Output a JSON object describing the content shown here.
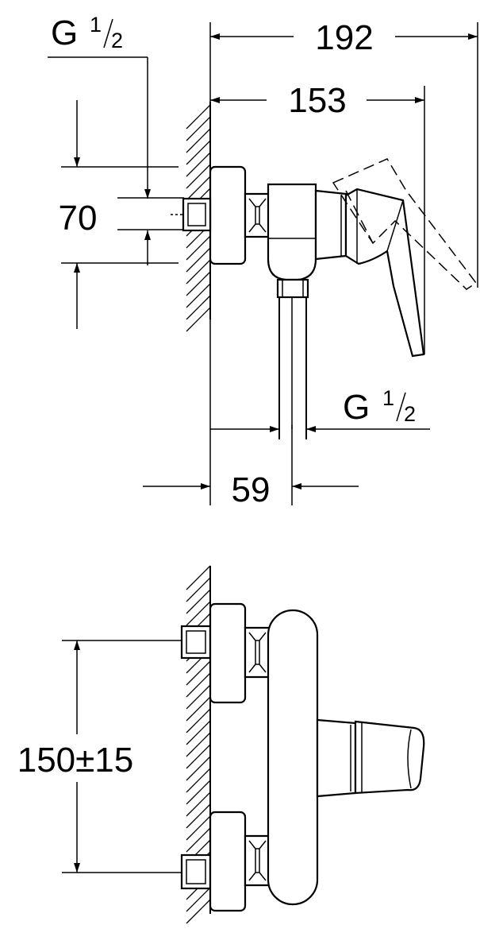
{
  "side_view": {
    "inlet_thread": {
      "main": "G",
      "num": "1",
      "den": "2"
    },
    "outlet_thread": {
      "main": "G",
      "num": "1",
      "den": "2"
    },
    "overall_depth": "192",
    "body_depth": "153",
    "height": "70",
    "outlet_offset": "59"
  },
  "front_view": {
    "inlet_spacing": "150±15"
  }
}
